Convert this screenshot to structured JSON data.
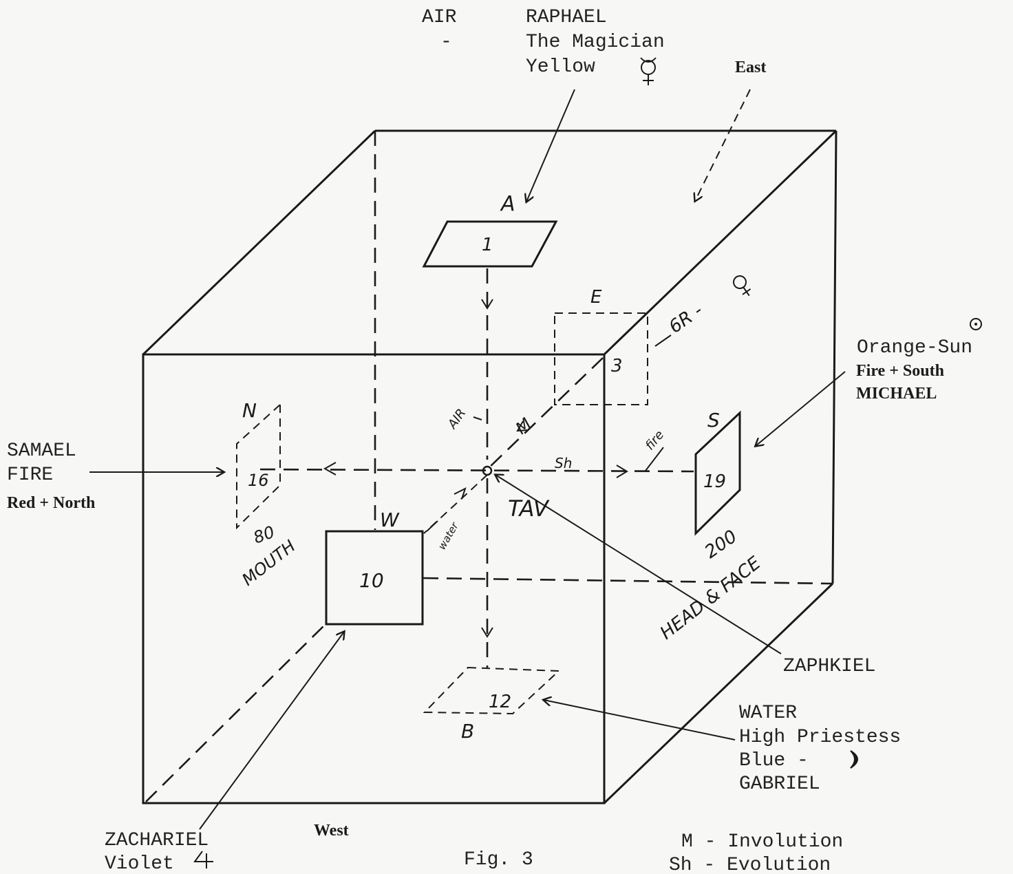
{
  "labels": {
    "air_title": "AIR",
    "air_dash": "-",
    "raphael_1": "RAPHAEL",
    "raphael_2": "The Magician",
    "raphael_3": "Yellow",
    "east": "East",
    "orange_sun": "Orange-Sun",
    "fire_south": "Fire + South",
    "michael": "MICHAEL",
    "samael": "SAMAEL",
    "fire": "FIRE",
    "red_north": "Red + North",
    "zaphkiel": "ZAPHKIEL",
    "water": "WATER",
    "high_priestess": "High Priestess",
    "blue": "Blue -",
    "gabriel": "GABRIEL",
    "zachariel": "ZACHARIEL",
    "violet": "Violet",
    "west": "West",
    "fig": "Fig. 3",
    "m_line": "M - Involution",
    "sh_line": "Sh - Evolution"
  },
  "diagram": {
    "letter_a": "A",
    "num_1": "1",
    "letter_e": "E",
    "num_3": "3",
    "e_note": "6R -",
    "letter_n": "N",
    "num_16": "16",
    "num_80": "80",
    "mouth": "MOUTH",
    "letter_s": "S",
    "num_19": "19",
    "num_200": "200",
    "head_face": "HEAD & FACE",
    "letter_w": "W",
    "num_10": "10",
    "letter_b": "B",
    "num_12": "12",
    "tav": "TAV",
    "air_small": "AIR",
    "fire_small": "fire",
    "water_small": "water",
    "m_small": "M",
    "sh_small": "Sh"
  },
  "icons": [
    "mercury-symbol",
    "venus-symbol",
    "sun-symbol",
    "moon-symbol",
    "jupiter-symbol"
  ]
}
